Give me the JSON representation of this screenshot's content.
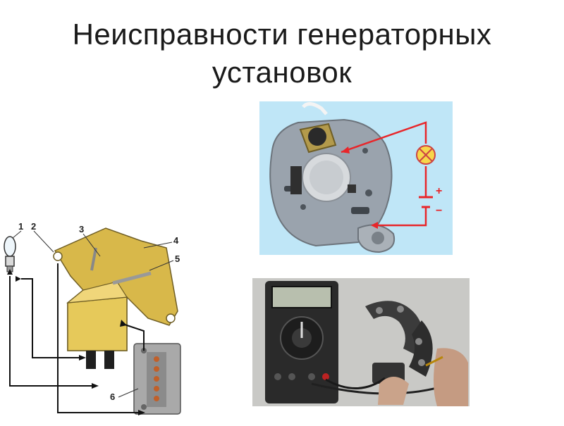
{
  "slide": {
    "title_line1": "Неисправности генераторных",
    "title_line2": "установок"
  },
  "diagram": {
    "callouts": [
      "1",
      "2",
      "3",
      "4",
      "5",
      "6"
    ]
  },
  "alternator_photo": {
    "plus_sign": "+",
    "minus_sign": "−"
  },
  "colors": {
    "title_text": "#1a1a1a",
    "photo_background": "#bfe6f7",
    "wire_red": "#e8262a",
    "lamp_yellow": "#f7d64a",
    "regulator_yellow": "#d8b84a",
    "arrow_black": "#111111"
  }
}
